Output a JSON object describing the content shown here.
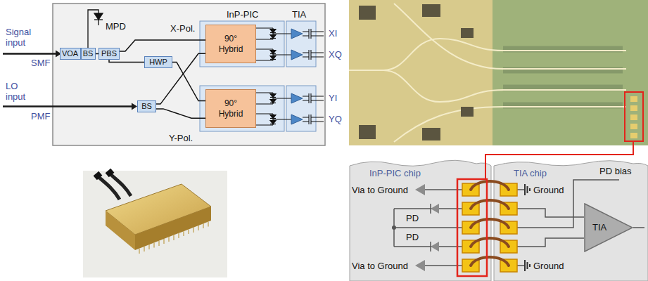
{
  "diagram": {
    "nodes": [
      {
        "text": [
          "VOA"
        ]
      },
      {
        "text": [
          "BS"
        ]
      },
      {
        "text": [
          "PBS"
        ]
      },
      {
        "text": [
          "HWP"
        ]
      },
      {
        "text": [
          "BS"
        ]
      },
      {
        "text": [
          "90° Hybrid"
        ]
      },
      {
        "text": [
          "90° Hybrid"
        ]
      },
      {
        "text": [
          "InP-PIC chip"
        ]
      },
      {
        "text": [
          "TIA chip"
        ]
      },
      {
        "text": [
          "TIA"
        ],
        "in": 8
      }
    ],
    "edges": [
      {
        "from": 0,
        "to": 1,
        "arrow": "none"
      },
      {
        "from": 1,
        "to": 2,
        "arrow": "none"
      },
      {
        "from": 2,
        "to": 5,
        "arrow": "none"
      },
      {
        "from": 2,
        "to": 3,
        "arrow": "none"
      },
      {
        "from": 3,
        "to": 6,
        "arrow": "none"
      },
      {
        "from": 4,
        "to": 5,
        "arrow": "none"
      },
      {
        "from": 4,
        "to": 6,
        "arrow": "none"
      }
    ],
    "labels": [
      "MPD",
      "Signal input",
      "SMF",
      "LO input",
      "PMF",
      "X-Pol.",
      "Y-Pol.",
      "InP-PIC",
      "TIA",
      "XI",
      "XQ",
      "YI",
      "YQ",
      "PD bias",
      "Via to Ground",
      "Ground",
      "PD",
      "PD",
      "Via to Ground",
      "Ground"
    ]
  }
}
